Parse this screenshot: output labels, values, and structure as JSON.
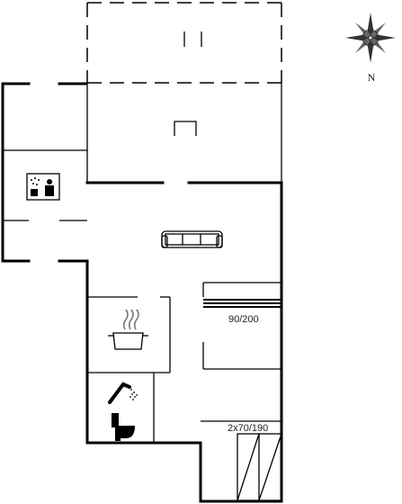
{
  "labels": {
    "bed_double": "90/200",
    "bed_bunk": "2x70/190",
    "north": "N"
  },
  "icons": [
    "compass-rose-icon",
    "sauna-icon",
    "sofa-icon",
    "cooking-pot-icon",
    "shower-icon",
    "toilet-icon",
    "bed-icon",
    "bunk-bed-icon"
  ]
}
